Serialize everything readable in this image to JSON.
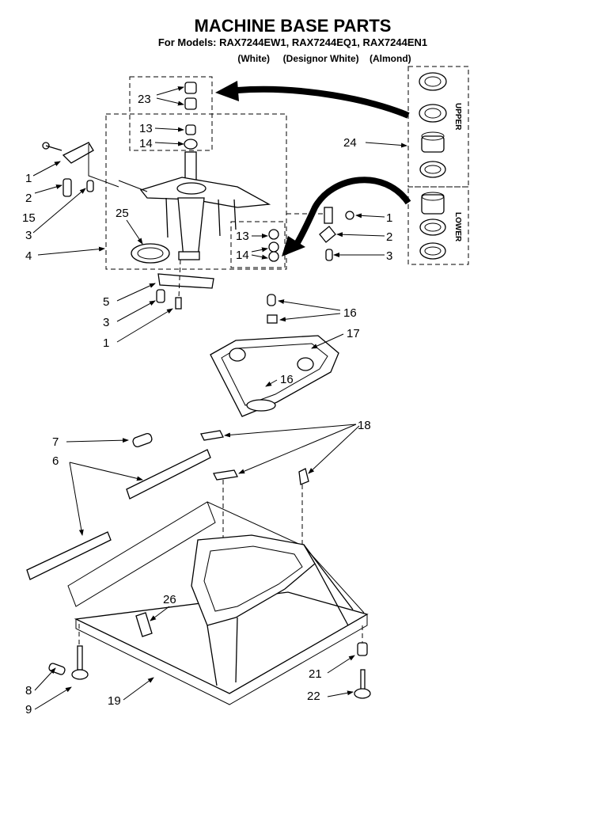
{
  "header": {
    "title": "MACHINE BASE PARTS",
    "models_line": "For Models: RAX7244EW1, RAX7244EQ1, RAX7244EN1",
    "colors_line": "(White)     (Designor White)    (Almond)"
  },
  "kit_labels": {
    "upper": "UPPER",
    "lower": "LOWER"
  },
  "callouts": {
    "c23": "23",
    "c13a": "13",
    "c14a": "14",
    "c24": "24",
    "c1a": "1",
    "c2a": "2",
    "c15": "15",
    "c3a": "3",
    "c25": "25",
    "c4": "4",
    "c1b": "1",
    "c2b": "2",
    "c13b": "13",
    "c14b": "14",
    "c3b": "3",
    "c5": "5",
    "c3c": "3",
    "c1c": "1",
    "c16a": "16",
    "c17": "17",
    "c16b": "16",
    "c7": "7",
    "c6": "6",
    "c18": "18",
    "c26": "26",
    "c8": "8",
    "c9": "9",
    "c19": "19",
    "c21": "21",
    "c22": "22"
  }
}
